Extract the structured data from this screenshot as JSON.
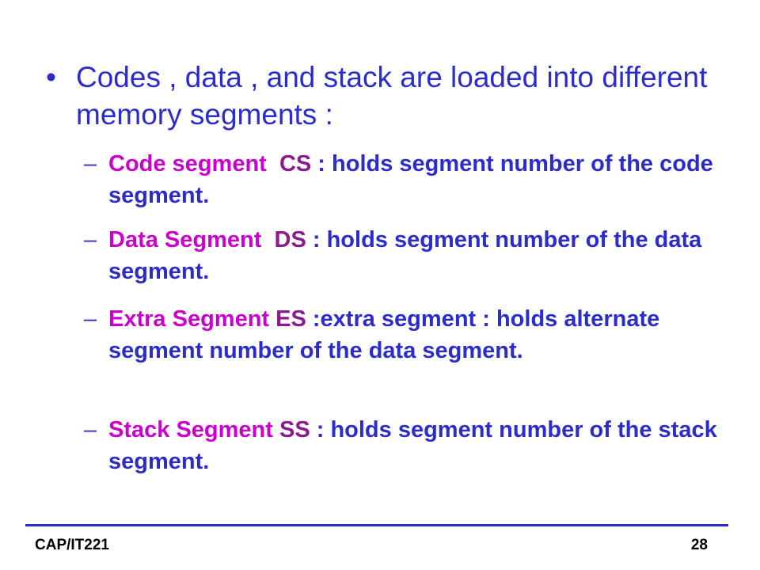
{
  "bullet_main": {
    "marker": "•",
    "text": "Codes , data , and stack are loaded into different memory segments :"
  },
  "sub_marker": "–",
  "segments": [
    {
      "name": "Code segment",
      "reg": "CS",
      "desc": " : holds segment number of the code segment."
    },
    {
      "name": "Data Segment",
      "reg": "DS",
      "desc": " : holds segment number of the data segment."
    },
    {
      "name": "Extra Segment",
      "reg": "ES",
      "desc": " :extra segment : holds alternate segment number of the data segment."
    },
    {
      "name": "Stack Segment",
      "reg": "SS",
      "desc": " : holds segment number of the stack segment."
    }
  ],
  "colors": {
    "body_text": "#2c2ccc",
    "segment_name": "#cc00cc",
    "register": "#8b1a8b",
    "rule": "#2a2ad0"
  },
  "footer": {
    "course": "CAP/IT221",
    "page_number": "28"
  }
}
